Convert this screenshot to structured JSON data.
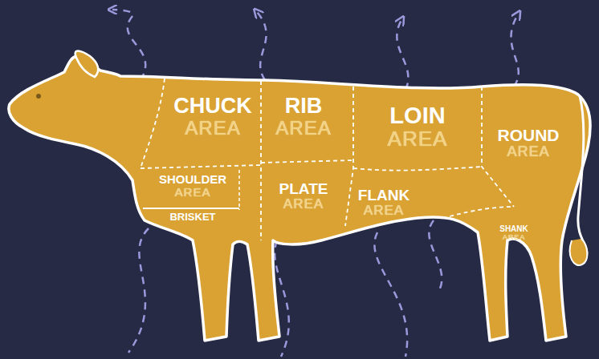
{
  "diagram": {
    "nodes": [
      {
        "text": [
          "CHUCK",
          "AREA"
        ]
      },
      {
        "text": [
          "RIB",
          "AREA"
        ]
      },
      {
        "text": [
          "LOIN",
          "AREA"
        ]
      },
      {
        "text": [
          "ROUND",
          "AREA"
        ]
      },
      {
        "text": [
          "SHOULDER",
          "AREA"
        ]
      },
      {
        "text": [
          "PLATE",
          "AREA"
        ]
      },
      {
        "text": [
          "FLANK",
          "AREA"
        ]
      },
      {
        "text": [
          "BRISKET"
        ]
      },
      {
        "text": [
          "SHANK",
          "AREA"
        ]
      }
    ]
  }
}
